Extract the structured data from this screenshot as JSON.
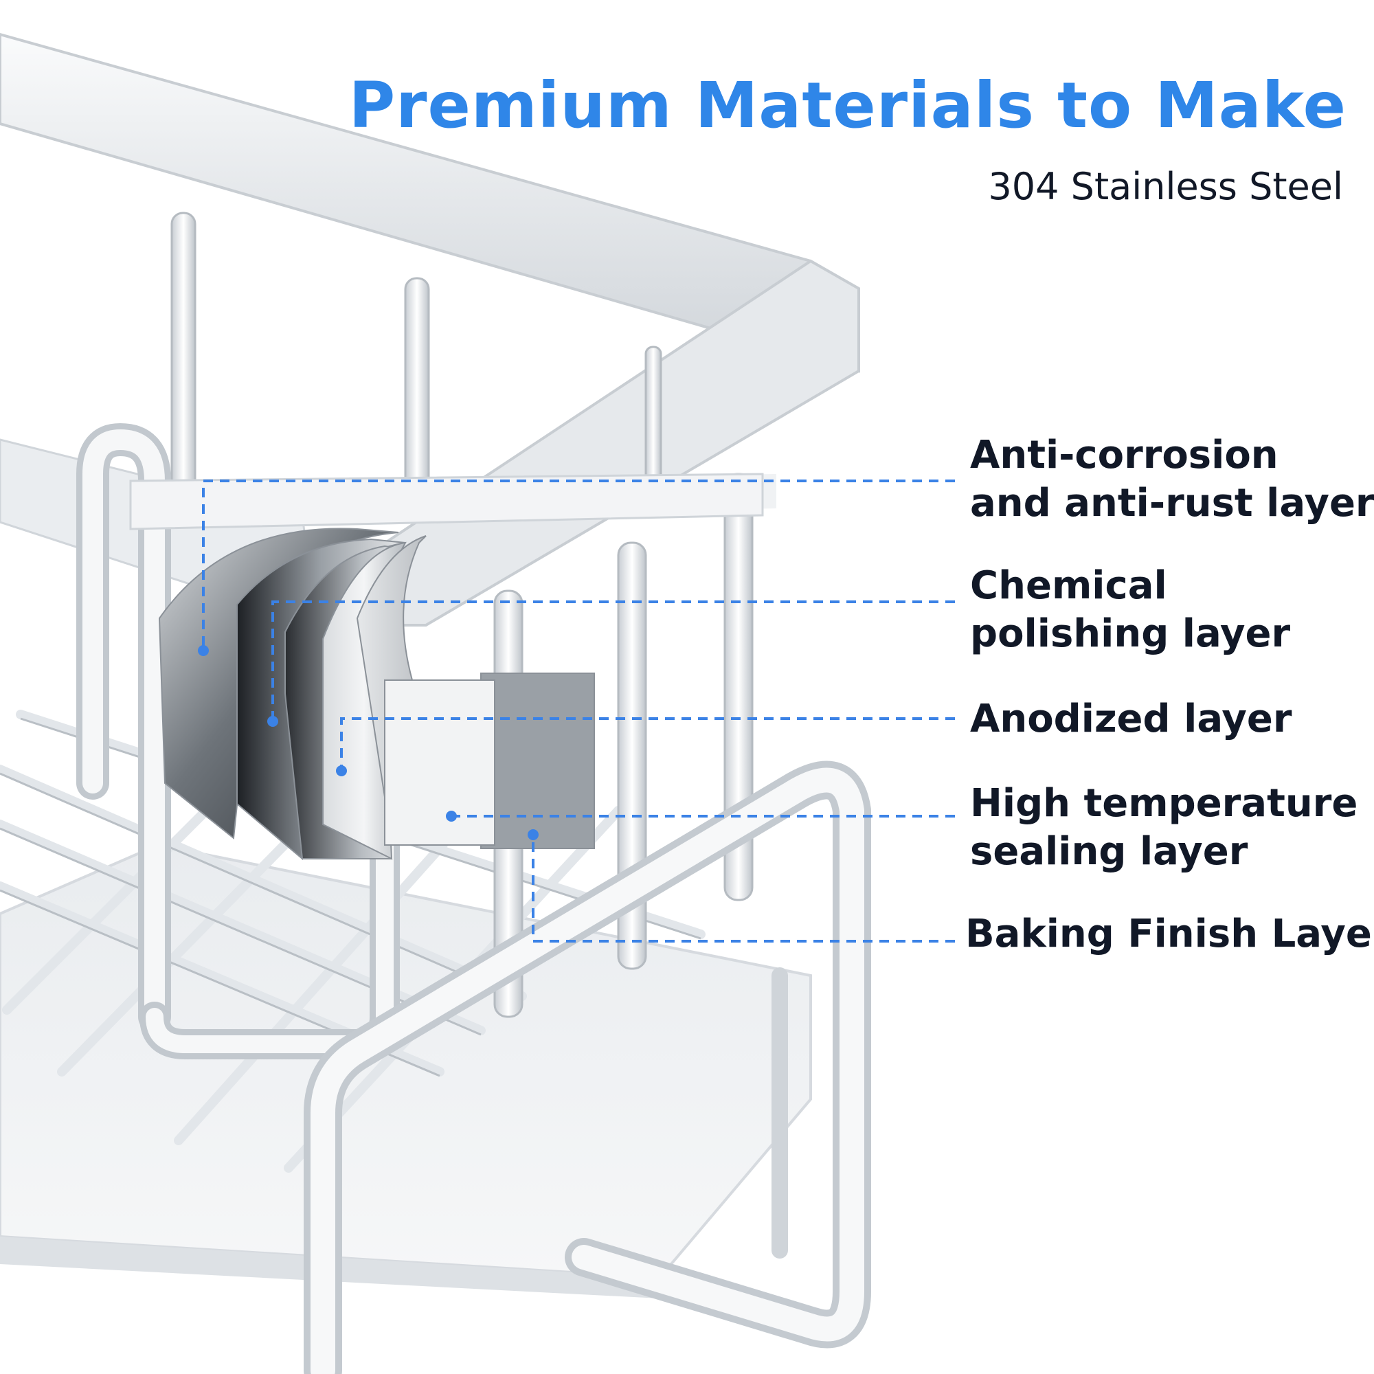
{
  "header": {
    "title": "Premium Materials to Make",
    "subtitle": "304 Stainless Steel"
  },
  "callouts": [
    {
      "lines": [
        "Anti-corrosion",
        "and anti-rust layer"
      ]
    },
    {
      "lines": [
        "Chemical",
        "polishing layer"
      ]
    },
    {
      "lines": [
        "Anodized layer"
      ]
    },
    {
      "lines": [
        "High temperature",
        "sealing layer"
      ]
    },
    {
      "lines": [
        "Baking Finish Layer"
      ]
    }
  ],
  "colors": {
    "title_blue": "#2f86e8",
    "text_dark": "#111827",
    "leader_blue": "#3b82e6",
    "steel_light": "#eef0f2",
    "steel_mid": "#c9ced4",
    "steel_dark": "#7c838b",
    "background": "#ffffff"
  },
  "icons": {
    "leader_endpoint": "dot-marker"
  }
}
